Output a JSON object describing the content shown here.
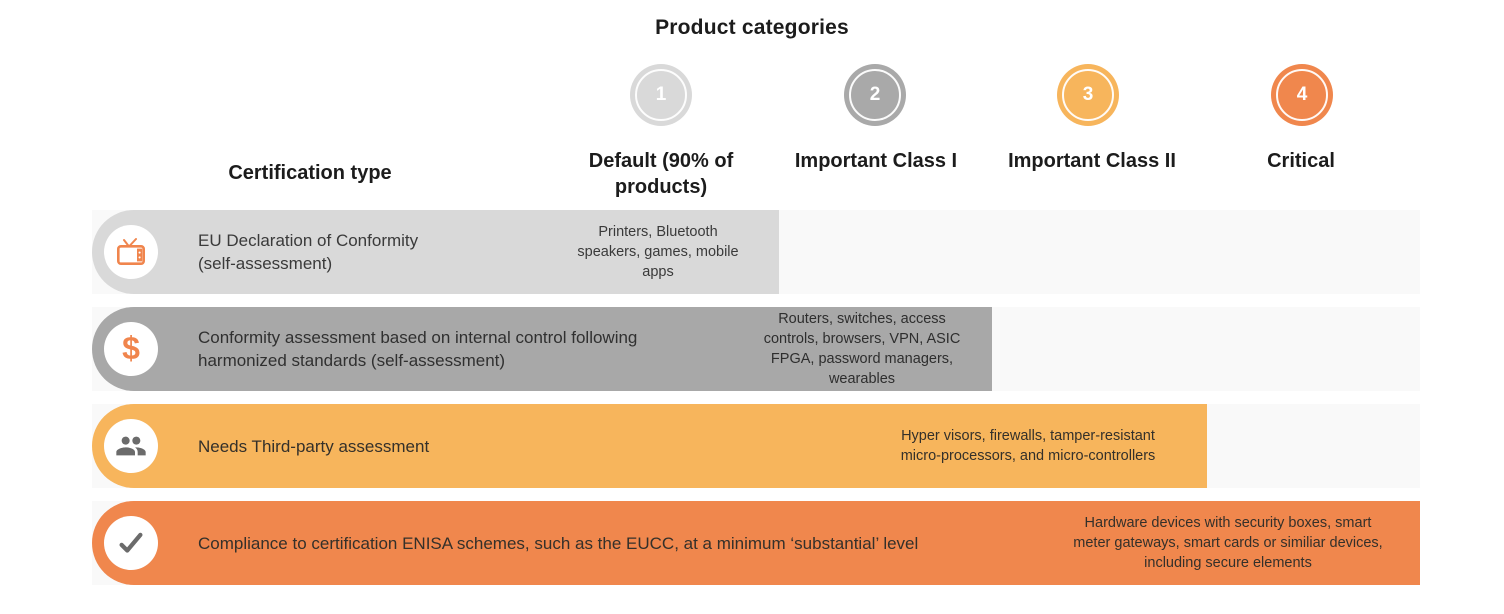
{
  "title": "Product categories",
  "header": {
    "certification_type_label": "Certification type",
    "columns": [
      {
        "number": "1",
        "label": "Default (90% of\nproducts)",
        "circle_color": "#d9d9d9"
      },
      {
        "number": "2",
        "label": "Important Class I",
        "circle_color": "#a9a9a9"
      },
      {
        "number": "3",
        "label": "Important Class II",
        "circle_color": "#f7b55c"
      },
      {
        "number": "4",
        "label": "Critical",
        "circle_color": "#f0874d"
      }
    ]
  },
  "rows": [
    {
      "icon": "tv-icon",
      "certification": "EU Declaration of Conformity\n(self-assessment)",
      "examples": "Printers, Bluetooth\nspeakers, games, mobile\napps",
      "bar_color": "#d9d9d9"
    },
    {
      "icon": "dollar-icon",
      "certification": "Conformity assessment based on internal control following\nharmonized standards (self-assessment)",
      "examples": "Routers, switches, access\ncontrols, browsers, VPN, ASIC\nFPGA, password managers,\nwearables",
      "bar_color": "#a8a8a8"
    },
    {
      "icon": "people-icon",
      "certification": "Needs Third-party assessment",
      "examples": "Hyper visors, firewalls, tamper-resistant\nmicro-processors, and micro-controllers",
      "bar_color": "#f7b55c"
    },
    {
      "icon": "checkmark-icon",
      "certification": "Compliance to certification ENISA schemes, such as the EUCC, at a minimum ‘substantial’ level",
      "examples": "Hardware devices with security boxes, smart\nmeter gateways, smart cards or similiar devices,\nincluding secure elements",
      "bar_color": "#f0874d"
    }
  ],
  "colors": {
    "accent_orange": "#f0874d",
    "accent_light_orange": "#f7b55c",
    "gray_dark": "#a8a8a8",
    "gray_light": "#d9d9d9",
    "row_track": "#f9f9f9",
    "icon_gray": "#6b6b6b",
    "text_dark": "#1c1c1c"
  },
  "dollar_symbol": "$"
}
